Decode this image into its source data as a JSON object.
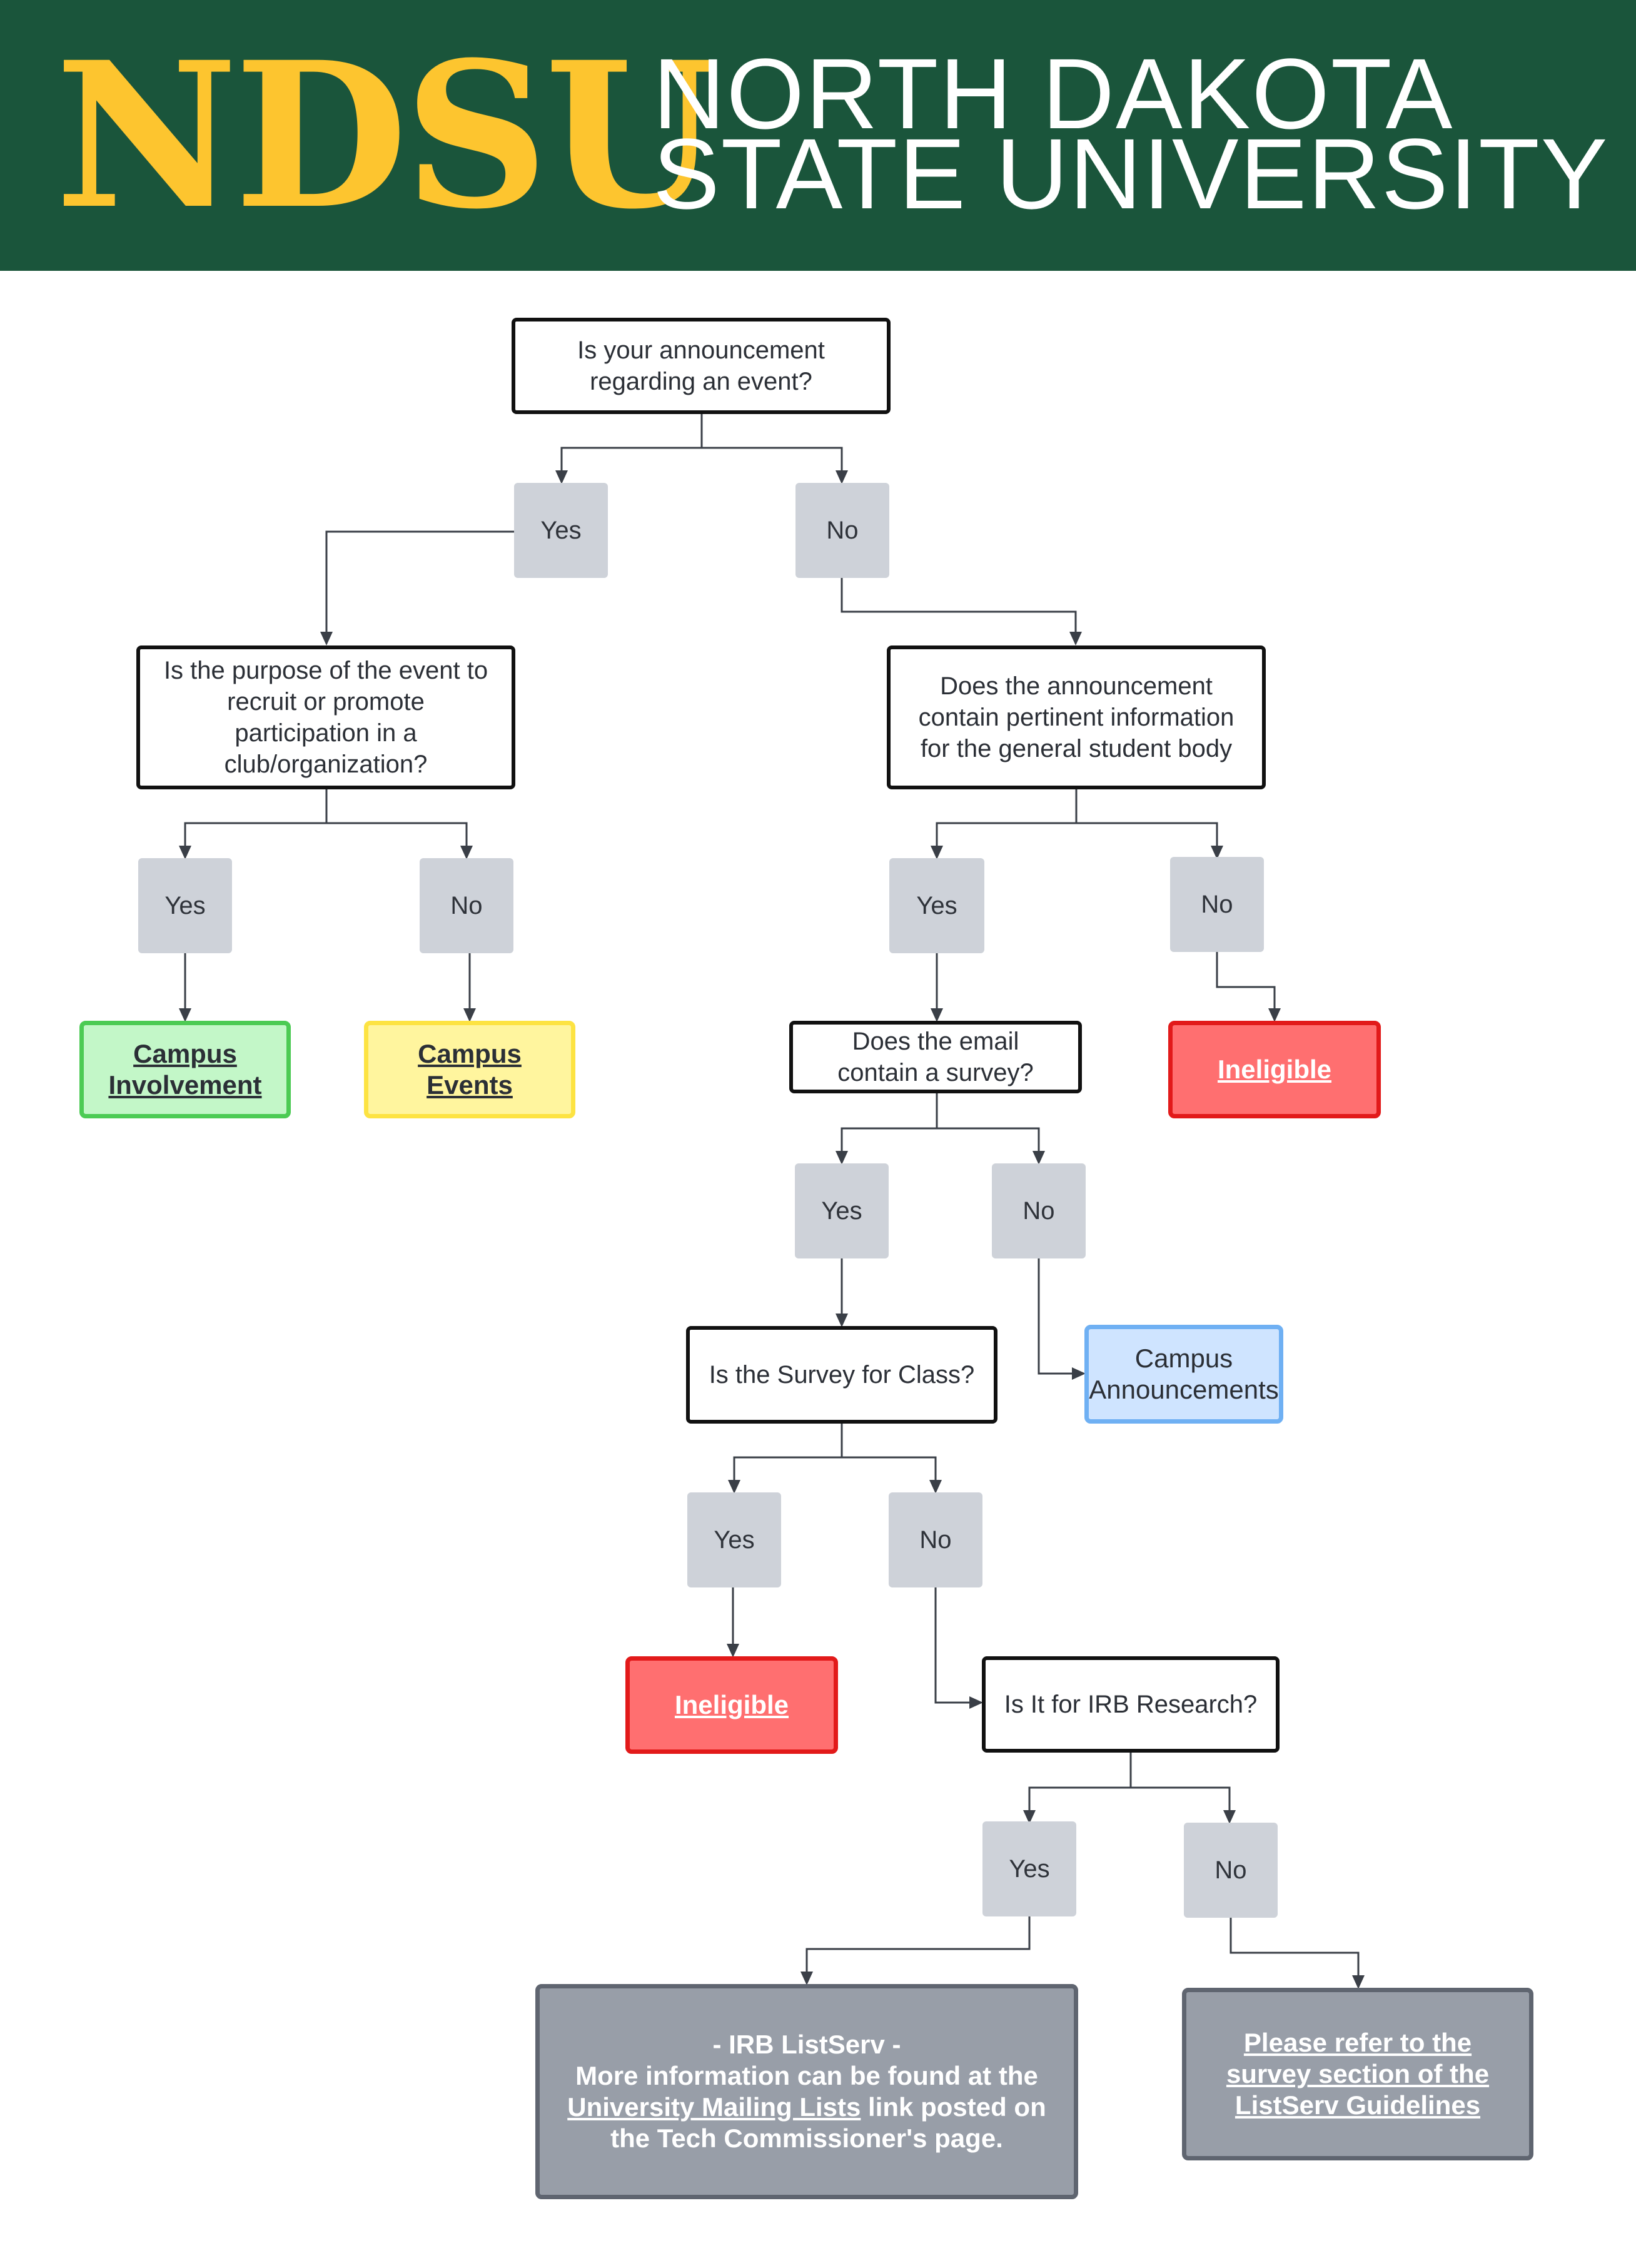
{
  "header": {
    "logo_mark": "NDSU",
    "name_line1": "NORTH DAKOTA",
    "name_line2": "STATE UNIVERSITY",
    "background_color": "#1a553b",
    "logo_color": "#fdc52f"
  },
  "questions": {
    "q1": [
      "Is your announcement",
      "regarding an event?"
    ],
    "q2": [
      "Is the purpose of the event to",
      "recruit or promote",
      "participation in a",
      "club/organization?"
    ],
    "q3": [
      "Does the announcement",
      "contain pertinent information",
      "for the general student body"
    ],
    "q4": [
      "Does the email",
      "contain a survey?"
    ],
    "q5": "Is the Survey for Class?",
    "q6": "Is It for IRB Research?"
  },
  "answers": {
    "yes": "Yes",
    "no": "No"
  },
  "results": {
    "campus_involvement": [
      "Campus",
      "Involvement"
    ],
    "campus_events": [
      "Campus",
      "Events"
    ],
    "ineligible": "Ineligible",
    "campus_announcements": [
      "Campus",
      "Announcements"
    ],
    "irb_title": "-  IRB ListServ -",
    "irb_line2": "More information can be found at the",
    "irb_link": "University Mailing Lists",
    "irb_line3_rest": " link posted on",
    "irb_line4": "the Tech Commissioner's page.",
    "refer": [
      "Please refer to the",
      "survey section of the",
      "ListServ Guidelines"
    ]
  },
  "colors": {
    "answer_fill": "#ced2d9",
    "green": "#c3f7c8",
    "yellow": "#fff59e",
    "red": "#ff6f70",
    "blue": "#cfe4ff",
    "grey": "#989ea8"
  }
}
